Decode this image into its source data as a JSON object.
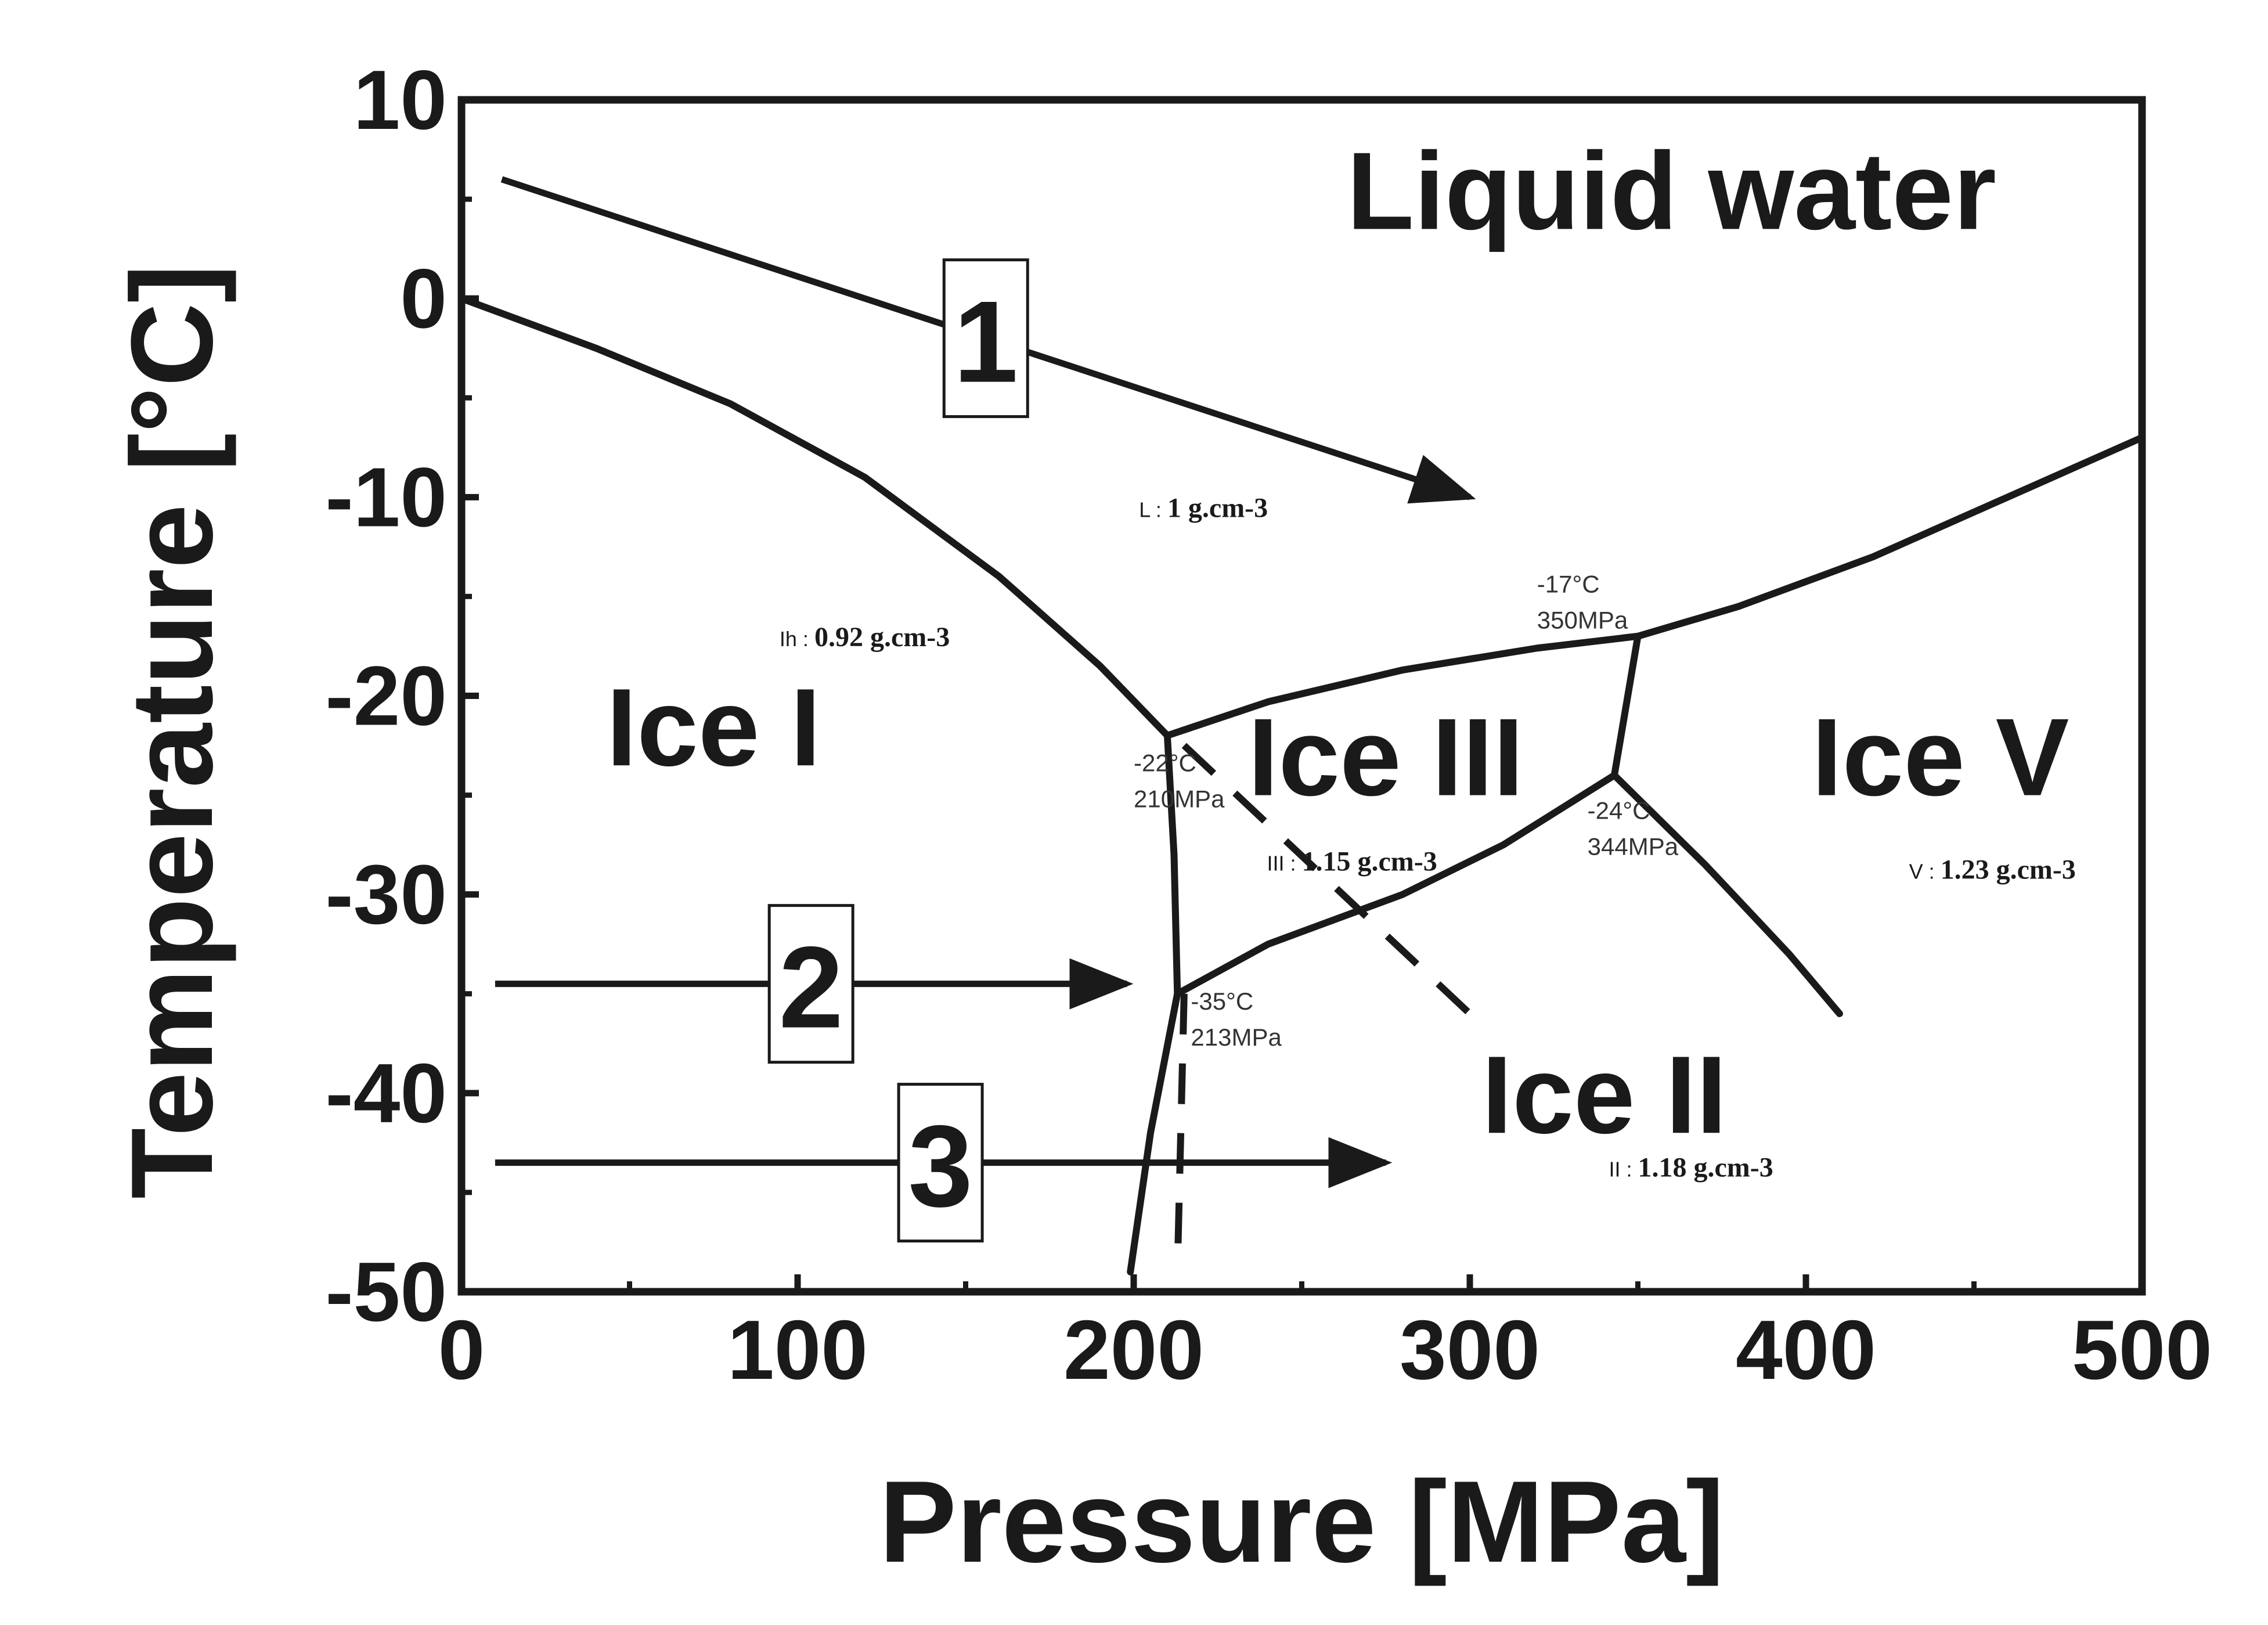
{
  "chart_data": {
    "type": "line",
    "xlabel": "Pressure [MPa]",
    "ylabel": "Temperature [°C]",
    "xlim": [
      0,
      500
    ],
    "ylim": [
      -50,
      10
    ],
    "xticks": [
      0,
      100,
      200,
      300,
      400,
      500
    ],
    "xtick_labels": [
      "0",
      "100",
      "200",
      "300",
      "400",
      "500"
    ],
    "yticks": [
      10,
      0,
      -10,
      -20,
      -30,
      -40,
      -50
    ],
    "ytick_labels": [
      "10",
      "0",
      "-10",
      "-20",
      "-30",
      "-40",
      "-50"
    ],
    "grid": false,
    "phase_boundaries": [
      {
        "x": [
          0,
          40,
          80,
          120,
          160,
          190,
          210
        ],
        "y": [
          0,
          -2.5,
          -5.3,
          -9,
          -14,
          -18.5,
          -22
        ]
      },
      {
        "x": [
          210,
          240,
          280,
          320,
          350
        ],
        "y": [
          -22,
          -20.3,
          -18.7,
          -17.6,
          -17
        ]
      },
      {
        "x": [
          350,
          380,
          420,
          460,
          500
        ],
        "y": [
          -17,
          -15.5,
          -13,
          -10,
          -7
        ]
      },
      {
        "x": [
          350,
          343
        ],
        "y": [
          -17,
          -24
        ]
      },
      {
        "x": [
          210,
          212,
          213
        ],
        "y": [
          -22,
          -28,
          -35
        ]
      },
      {
        "x": [
          213,
          240,
          280,
          310,
          343
        ],
        "y": [
          -35,
          -32.5,
          -30,
          -27.5,
          -24
        ]
      },
      {
        "x": [
          343,
          370,
          395,
          410
        ],
        "y": [
          -24,
          -28.5,
          -33,
          -36
        ]
      },
      {
        "x": [
          213,
          205,
          199
        ],
        "y": [
          -35,
          -42,
          -49
        ]
      }
    ],
    "metastable_boundaries": [
      {
        "x": [
          215,
          214,
          213
        ],
        "y": [
          -35,
          -42,
          -49
        ]
      },
      {
        "x": [
          215,
          300
        ],
        "y": [
          -22.5,
          -36
        ]
      }
    ],
    "paths": [
      {
        "label": "1",
        "x": [
          12,
          300
        ],
        "y": [
          6,
          -10
        ]
      },
      {
        "label": "2",
        "x": [
          10,
          198
        ],
        "y": [
          -34.5,
          -34.5
        ]
      },
      {
        "label": "3",
        "x": [
          10,
          275
        ],
        "y": [
          -43.5,
          -43.5
        ]
      }
    ],
    "regions": [
      {
        "label": "Liquid water",
        "density_prefix": "L",
        "density": "1 g.cm-3"
      },
      {
        "label": "Ice I",
        "density_prefix": "Ih",
        "density": "0.92 g.cm-3"
      },
      {
        "label": "Ice III",
        "density_prefix": "III",
        "density": "1.15 g.cm-3"
      },
      {
        "label": "Ice V",
        "density_prefix": "V",
        "density": "1.23 g.cm-3"
      },
      {
        "label": "Ice II",
        "density_prefix": "II",
        "density": "1.18 g.cm-3"
      }
    ],
    "triple_points": [
      {
        "temp": "-22°C",
        "pressure": "210MPa",
        "x": 210,
        "y": -22
      },
      {
        "temp": "-17°C",
        "pressure": "350MPa",
        "x": 350,
        "y": -17
      },
      {
        "temp": "-24°C",
        "pressure": "344MPa",
        "x": 343,
        "y": -24
      },
      {
        "temp": "-35°C",
        "pressure": "213MPa",
        "x": 213,
        "y": -35
      }
    ]
  }
}
